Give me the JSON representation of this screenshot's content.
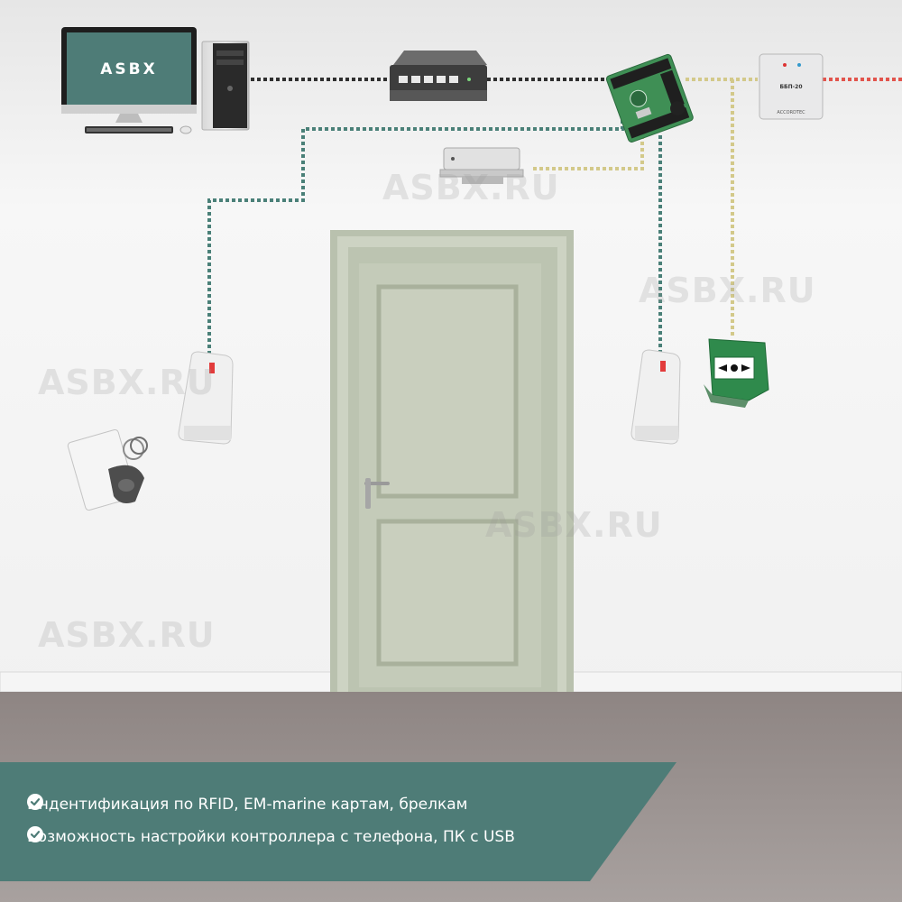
{
  "monitor": {
    "screen_text": "ASBX"
  },
  "watermark": "ASBX.RU",
  "power_supply": {
    "model_label": "ББП-20",
    "brand_label": "ACCORDTEC"
  },
  "features": [
    "Индентификация по RFID, EM-marine картам, брелкам",
    "Возможность настройки контроллера с телефона, ПК с USB"
  ],
  "colors": {
    "banner": "#4e7c77",
    "wire_network": "#2f2f2f",
    "wire_reader": "#4a8078",
    "wire_lock": "#d3c98a",
    "wire_power": "#e2544c",
    "door": "#c4cbb9",
    "floor": "#9a918f"
  }
}
